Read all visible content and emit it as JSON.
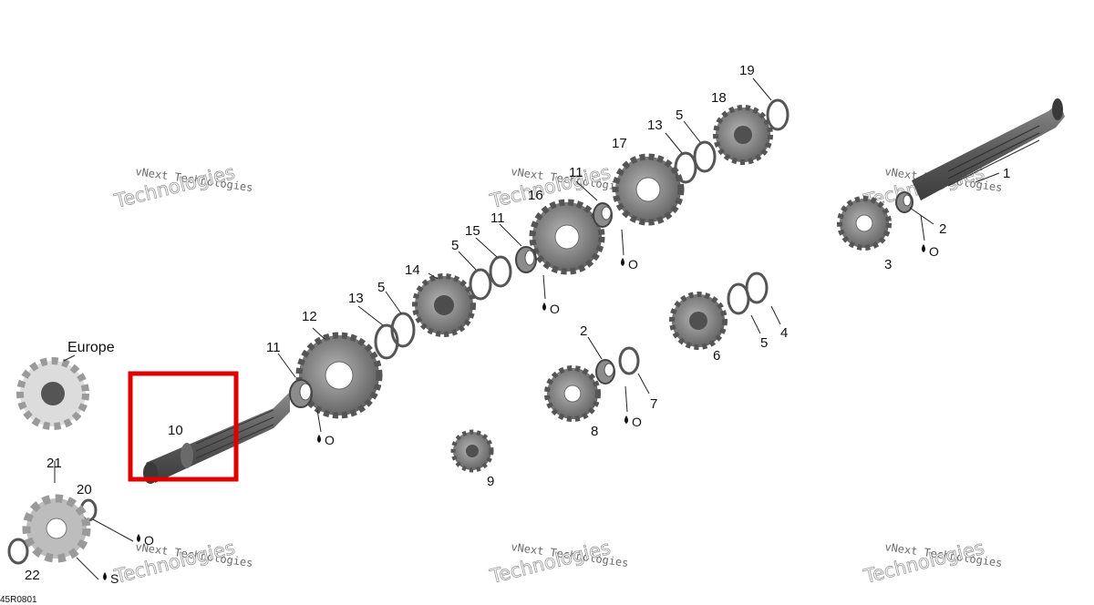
{
  "diagram_code": "45R0801",
  "highlight_label": "10",
  "region_label": "Europe",
  "lubricant_oil": "O",
  "lubricant_grease": "S",
  "watermark": {
    "line1": "vNext Technologies",
    "line2": "Technologies"
  },
  "callouts": [
    "1",
    "2",
    "3",
    "2",
    "4",
    "5",
    "6",
    "7",
    "8",
    "9",
    "10",
    "11",
    "12",
    "13",
    "5",
    "14",
    "5",
    "15",
    "11",
    "16",
    "11",
    "17",
    "13",
    "5",
    "18",
    "19",
    "20",
    "21",
    "22"
  ],
  "colors": {
    "highlight": "#e00000",
    "part_dark": "#555555",
    "part_light": "#9a9a9a"
  }
}
